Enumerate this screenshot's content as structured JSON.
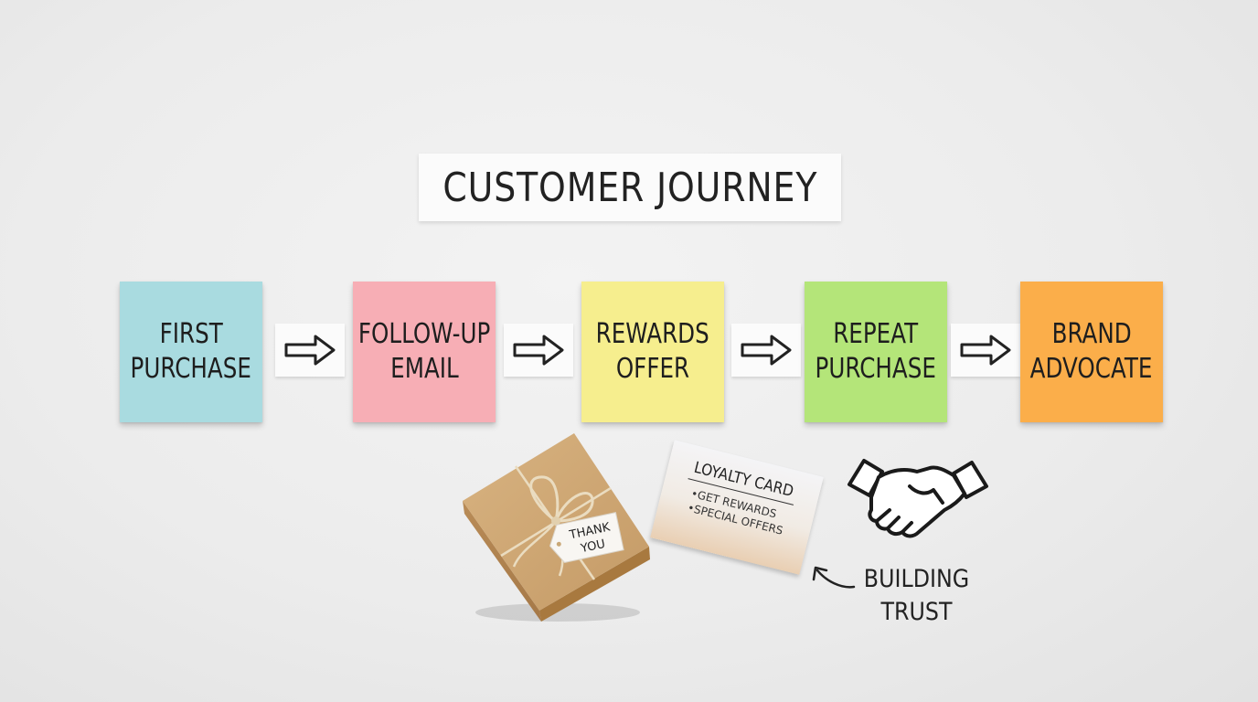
{
  "title": "CUSTOMER JOURNEY",
  "steps": [
    {
      "line1": "FIRST",
      "line2": "PURCHASE",
      "color": "#a9dbe0"
    },
    {
      "line1": "FOLLOW-UP",
      "line2": "EMAIL",
      "color": "#f7aeb5"
    },
    {
      "line1": "REWARDS",
      "line2": "OFFER",
      "color": "#f6ee8e"
    },
    {
      "line1": "REPEAT",
      "line2": "PURCHASE",
      "color": "#b4e579"
    },
    {
      "line1": "BRAND",
      "line2": "ADVOCATE",
      "color": "#fbae4a"
    }
  ],
  "gift_tag": {
    "line1": "THANK",
    "line2": "YOU"
  },
  "loyalty_card": {
    "title": "LOYALTY CARD",
    "items": [
      "GET REWARDS",
      "SPECIAL OFFERS"
    ]
  },
  "trust": {
    "line1": "BUILDING",
    "line2": "TRUST"
  }
}
